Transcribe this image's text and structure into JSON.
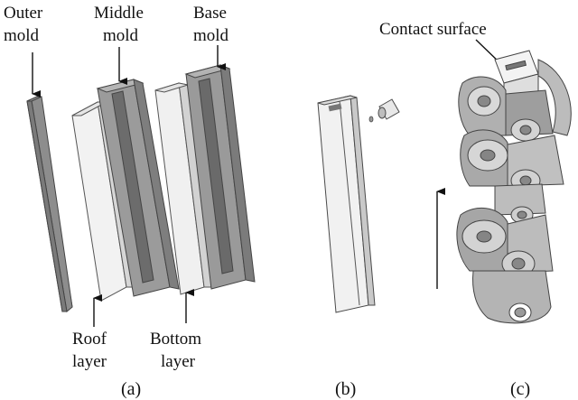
{
  "panel_a": {
    "outer_mold": [
      "Outer",
      "mold"
    ],
    "middle_mold": [
      "Middle",
      "mold"
    ],
    "base_mold": [
      "Base",
      "mold"
    ],
    "roof_layer": [
      "Roof",
      "layer"
    ],
    "bottom_layer": [
      "Bottom",
      "layer"
    ],
    "caption": "(a)"
  },
  "panel_b": {
    "caption": "(b)"
  },
  "panel_c": {
    "contact_surface": "Contact surface",
    "caption": "(c)"
  },
  "colors": {
    "dark_part": "#8a8a8a",
    "mid_part": "#a9a9a9",
    "light_part": "#efefef",
    "outline": "#4a4a4a"
  }
}
